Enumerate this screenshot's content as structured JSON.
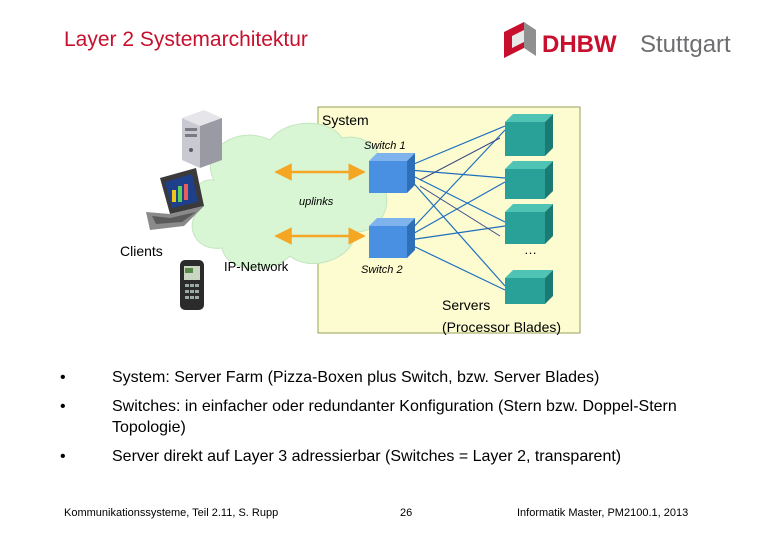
{
  "slide": {
    "title": "Layer 2 Systemarchitektur"
  },
  "logo": {
    "brand": "DHBW",
    "location": "Stuttgart"
  },
  "diagram": {
    "system_label": "System",
    "switch1_label": "Switch 1",
    "switch2_label": "Switch 2",
    "uplinks_label": "uplinks",
    "clients_label": "Clients",
    "network_label": "IP-Network",
    "ellipsis_label": "…",
    "servers_label": "Servers",
    "servers_sublabel": "(Processor Blades)"
  },
  "bullets": [
    "System: Server Farm (Pizza-Boxen plus Switch, bzw. Server Blades)",
    "Switches: in einfacher oder redundanter Konfiguration (Stern bzw. Doppel-Stern Topologie)",
    "Server direkt auf Layer 3 adressierbar (Switches = Layer 2, transparent)"
  ],
  "footer": {
    "left": "Kommunikationssysteme, Teil 2.11, S. Rupp",
    "page": "26",
    "right": "Informatik Master, PM2100.1, 2013"
  },
  "colors": {
    "title_red": "#c8102e",
    "system_box": "#fcfcd0",
    "cloud": "#d8f5d4",
    "switch_blue": "#4a90e2",
    "server_teal": "#2aa198",
    "uplink_orange": "#f5a623",
    "link_blue": "#1f6fbf"
  }
}
